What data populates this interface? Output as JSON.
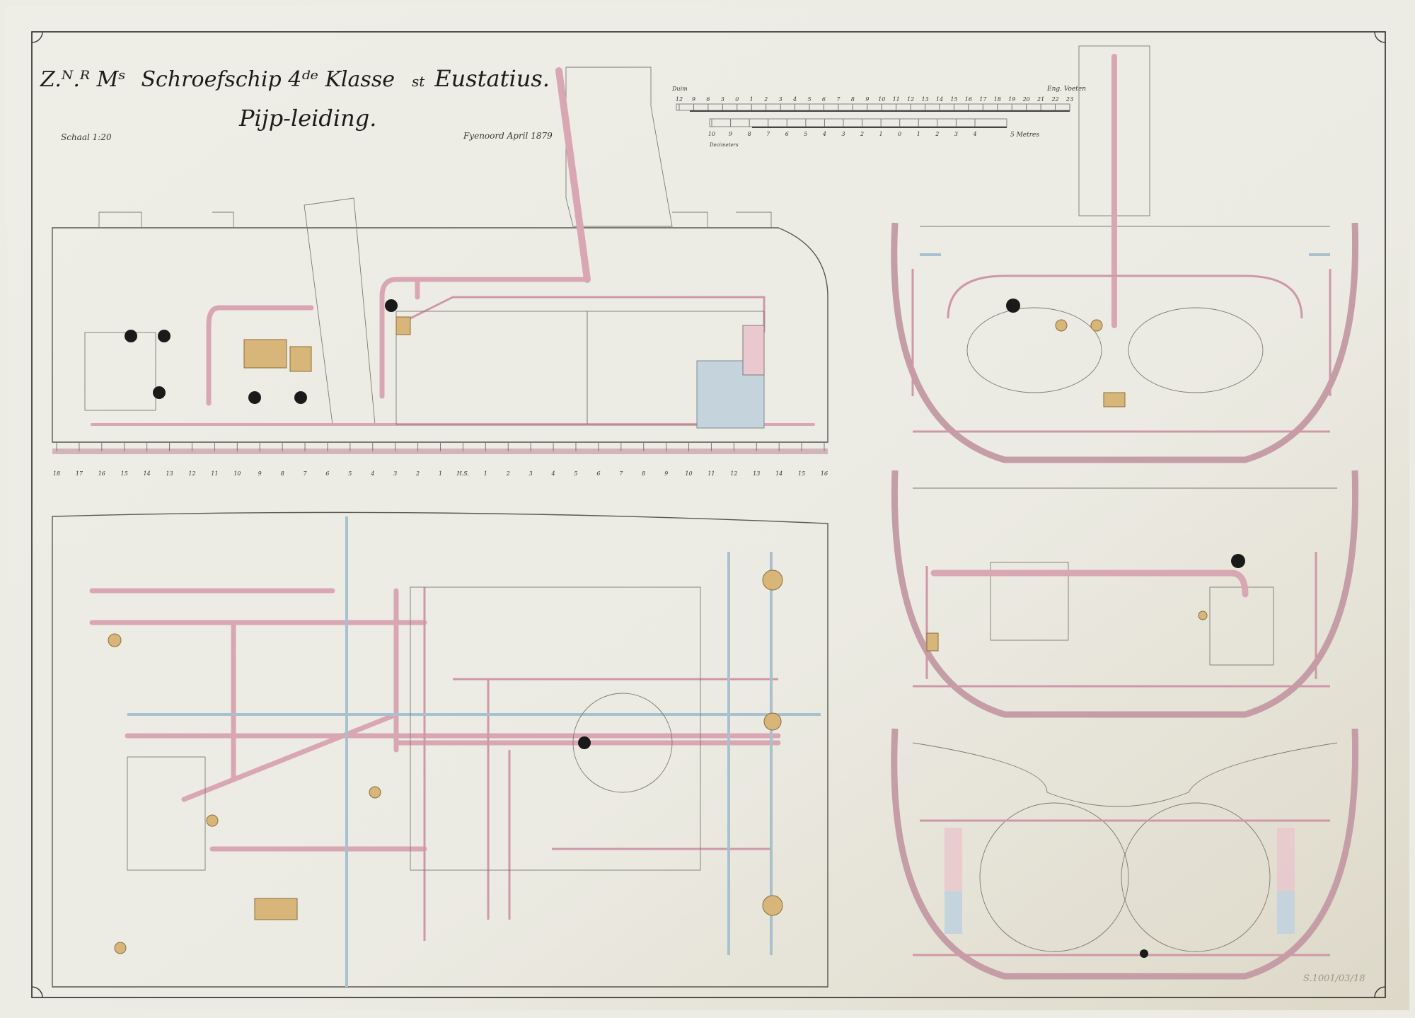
{
  "title": {
    "line1_prefix": "Z.ᴺ.ᴿ Mˢ",
    "line1_main": "Schroefschip 4ᵈᵉ Klasse",
    "line1_ship_prefix": "st",
    "ship_name": "Eustatius.",
    "subtitle": "Pijp-leiding."
  },
  "scale_note": "Schaal 1:20",
  "signature": "Fyenoord April 1879",
  "scale_bar": {
    "top_label_left": "Duim",
    "top_label_right": "Eng. Voeten",
    "top_ticks": [
      "12",
      "9",
      "6",
      "3",
      "0",
      "1",
      "2",
      "3",
      "4",
      "5",
      "6",
      "7",
      "8",
      "9",
      "10",
      "11",
      "12",
      "13",
      "14",
      "15",
      "16",
      "17",
      "18",
      "19",
      "20",
      "21",
      "22",
      "23"
    ],
    "bottom_label_left": "Decimeters",
    "bottom_label_right": "5 Metres",
    "bottom_ticks": [
      "10",
      "9",
      "8",
      "7",
      "6",
      "5",
      "4",
      "3",
      "2",
      "1",
      "0",
      "1",
      "2",
      "3",
      "4"
    ]
  },
  "frame_numbers": [
    "18",
    "17",
    "16",
    "15",
    "14",
    "13",
    "12",
    "11",
    "10",
    "9",
    "8",
    "7",
    "6",
    "5",
    "4",
    "3",
    "2",
    "1",
    "H.S.",
    "1",
    "2",
    "3",
    "4",
    "5",
    "6",
    "7",
    "8",
    "9",
    "10",
    "11",
    "12",
    "13",
    "14",
    "15",
    "16"
  ],
  "archive_stamp": "S.1001/03/18",
  "colors": {
    "paper": "#ecebe4",
    "pipe_pink": "#d9a7b4",
    "pipe_blue": "#a9c1cf",
    "brass": "#d8b67a",
    "ink": "#1d1b17"
  }
}
